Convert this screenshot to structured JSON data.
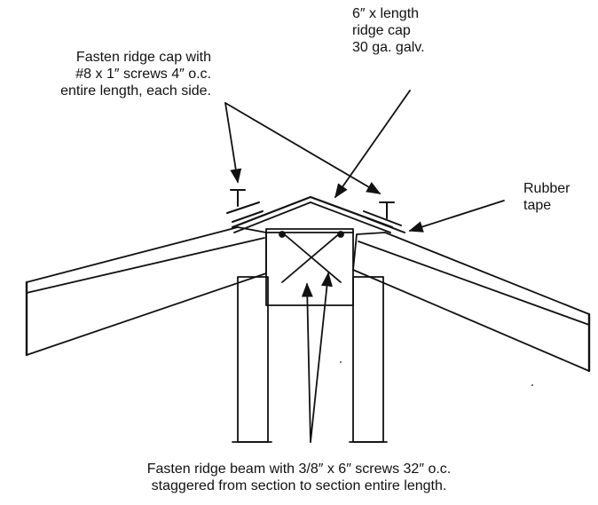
{
  "labels": {
    "fasten_cap": [
      "Fasten ridge cap with",
      "#8 x 1″ screws 4″ o.c.",
      "entire length, each side."
    ],
    "ridge_cap": [
      "6″ x length",
      "ridge cap",
      "30 ga. galv."
    ],
    "rubber_tape": [
      "Rubber",
      "tape"
    ],
    "fasten_beam": [
      "Fasten ridge beam with 3/8″ x 6″ screws 32″ o.c.",
      "staggered from section to section entire length."
    ]
  }
}
